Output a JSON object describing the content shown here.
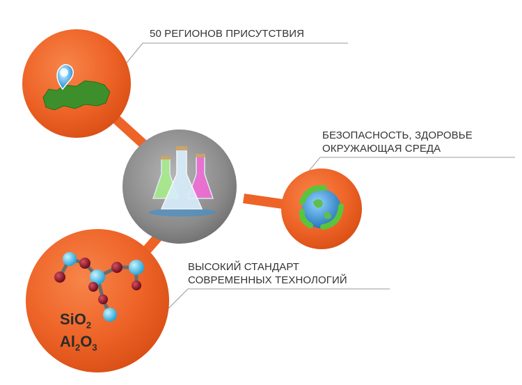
{
  "labels": {
    "regions": "50 РЕГИОНОВ ПРИСУТСТВИЯ",
    "safety_line1": "БЕЗОПАСНОСТЬ, ЗДОРОВЬЕ",
    "safety_line2": "ОКРУЖАЮЩАЯ СРЕДА",
    "tech_line1": "ВЫСОКИЙ СТАНДАРТ",
    "tech_line2": "СОВРЕМЕННЫХ ТЕХНОЛОГИЙ"
  },
  "formulas": {
    "f1_main": "SiO",
    "f1_sub": "2",
    "f2_a": "Al",
    "f2_sub1": "2",
    "f2_b": "O",
    "f2_sub2": "3"
  },
  "icons": {
    "center": "flasks-icon",
    "top_left": "russia-map-pin-icon",
    "right": "recycle-globe-icon",
    "bottom_left": "molecule-icon"
  },
  "colors": {
    "orange": "#ee6327",
    "center_grey": "#8a8a8a",
    "leader_line": "#9a9a9a",
    "text": "#333333"
  }
}
